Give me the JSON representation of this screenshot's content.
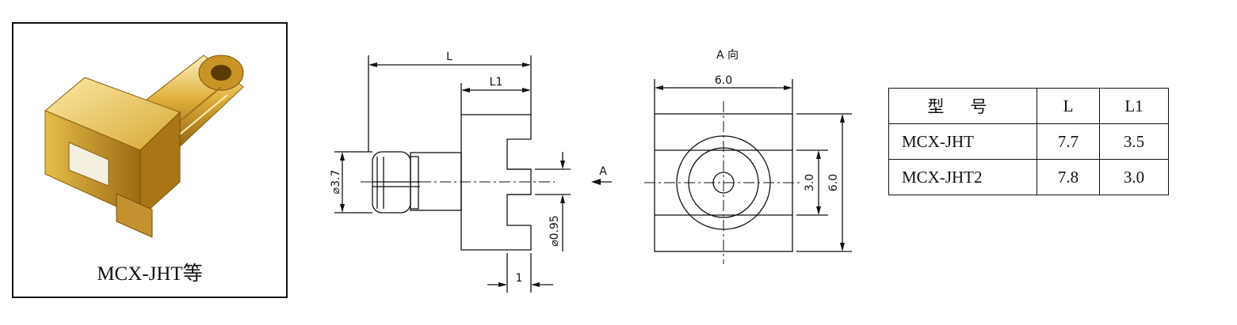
{
  "photo": {
    "caption": "MCX-JHT等",
    "colors": {
      "gold_light": "#f3d884",
      "gold": "#d4a52c",
      "gold_dark": "#8a5e0e"
    }
  },
  "side_view": {
    "dim_L": "L",
    "dim_L1": "L1",
    "dim_body_dia": "⌀3.7",
    "dim_pin_dia": "⌀0.95",
    "dim_pin_len": "1",
    "view_arrow_label": "A"
  },
  "front_view": {
    "title": "A 向",
    "dim_width": "6.0",
    "dim_height": "6.0",
    "dim_slot": "3.0"
  },
  "table": {
    "headers": [
      "型 号",
      "L",
      "L1"
    ],
    "rows": [
      {
        "model": "MCX-JHT",
        "L": "7.7",
        "L1": "3.5"
      },
      {
        "model": "MCX-JHT2",
        "L": "7.8",
        "L1": "3.0"
      }
    ]
  }
}
